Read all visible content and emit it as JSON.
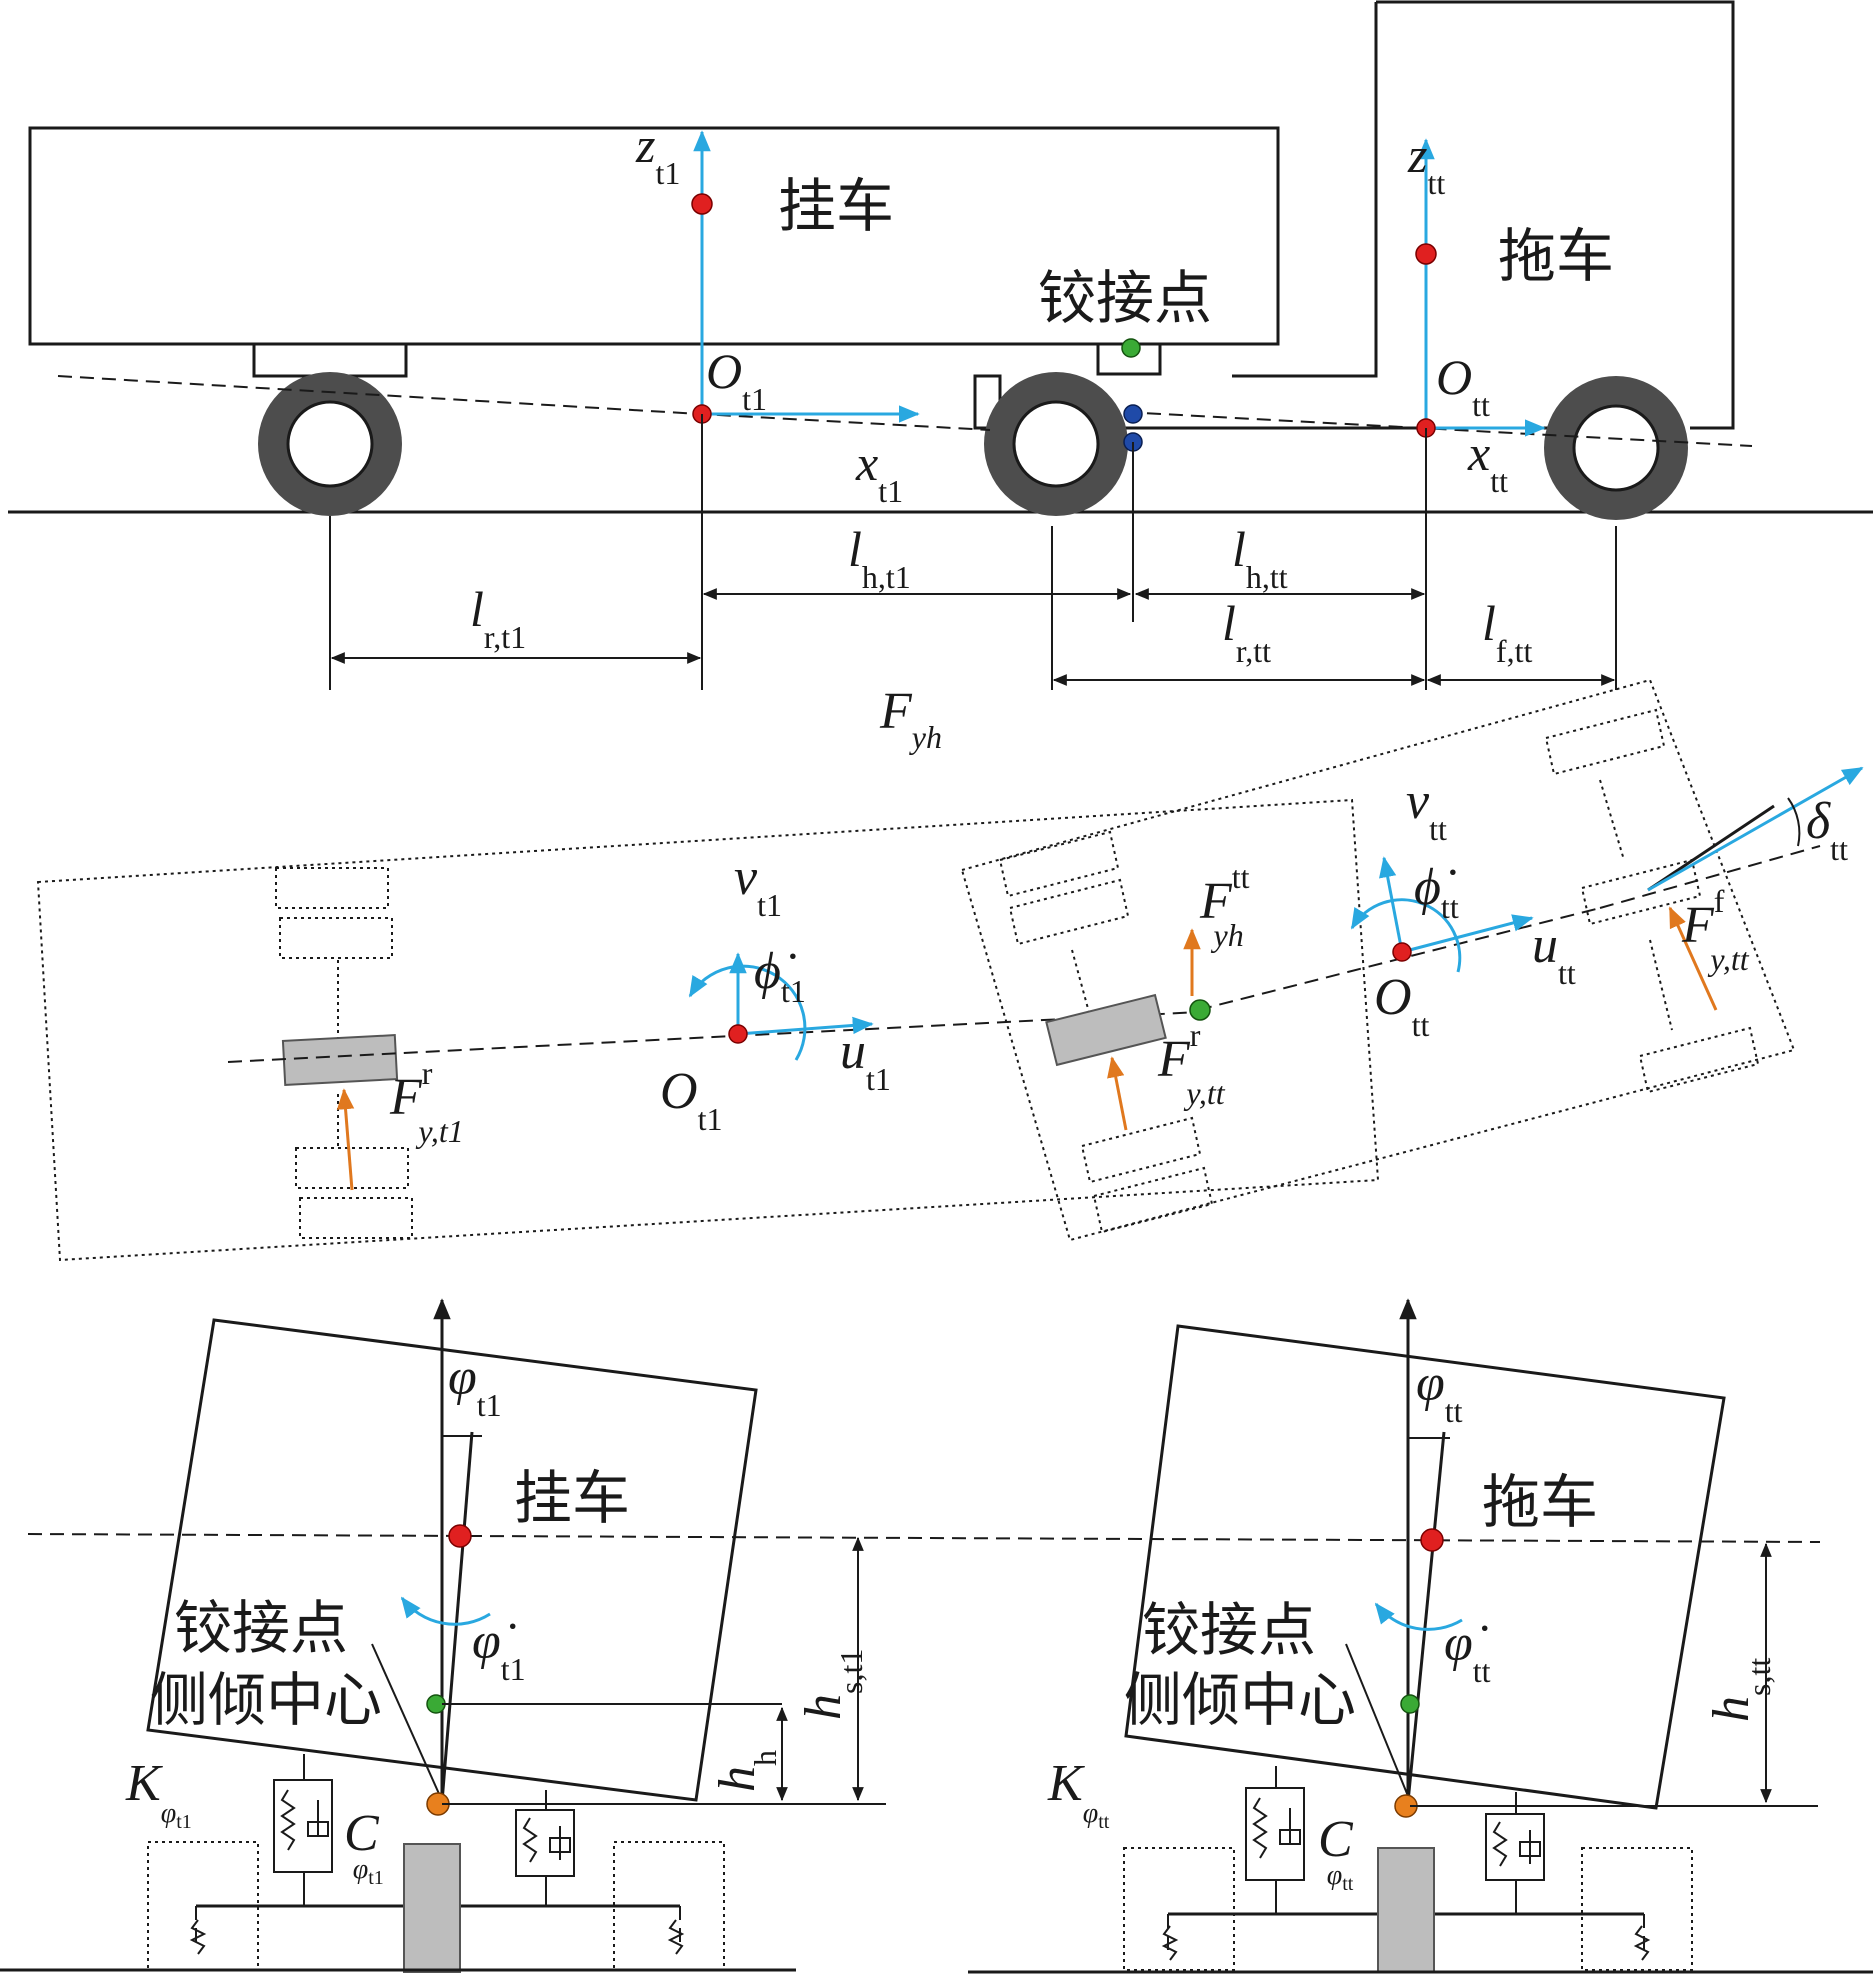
{
  "colors": {
    "axis_blue": "#29a8e0",
    "force_orange": "#e0781e",
    "cg_red": "#e02020",
    "hitch_green": "#3aaa35",
    "joint_blue": "#1f4aa8",
    "roll_center_orange": "#e8801e",
    "axle_gray": "#bdbdbd"
  },
  "side_view": {
    "trailer_label": "挂车",
    "tractor_label": "拖车",
    "hitch_label": "铰接点",
    "z_t1": {
      "base": "z",
      "sub": "t1"
    },
    "O_t1": {
      "base": "O",
      "sub": "t1"
    },
    "x_t1": {
      "base": "x",
      "sub": "t1"
    },
    "z_tt": {
      "base": "z",
      "sub": "tt"
    },
    "O_tt": {
      "base": "O",
      "sub": "tt"
    },
    "x_tt": {
      "base": "x",
      "sub": "tt"
    },
    "l_h_t1": {
      "base": "l",
      "sub": "h,t1"
    },
    "l_h_tt": {
      "base": "l",
      "sub": "h,tt"
    },
    "l_r_t1": {
      "base": "l",
      "sub": "r,t1"
    },
    "l_r_tt": {
      "base": "l",
      "sub": "r,tt"
    },
    "l_f_tt": {
      "base": "l",
      "sub": "f,tt"
    }
  },
  "top_view": {
    "F_yh": {
      "base": "F",
      "sub": "yh"
    },
    "v_t1": {
      "base": "v",
      "sub": "t1"
    },
    "phidot_t1": {
      "base": "ϕ̇",
      "sub": "t1"
    },
    "O_t1": {
      "base": "O",
      "sub": "t1"
    },
    "u_t1": {
      "base": "u",
      "sub": "t1"
    },
    "F_y_t1_r": {
      "base": "F",
      "sup": "r",
      "sub": "y,t1"
    },
    "F_yh_tt": {
      "base": "F",
      "sup": "tt",
      "sub": "yh"
    },
    "F_y_tt_r": {
      "base": "F",
      "sup": "r",
      "sub": "y,tt"
    },
    "v_tt": {
      "base": "v",
      "sub": "tt"
    },
    "phidot_tt": {
      "base": "ϕ̇",
      "sub": "tt"
    },
    "O_tt": {
      "base": "O",
      "sub": "tt"
    },
    "u_tt": {
      "base": "u",
      "sub": "tt"
    },
    "F_y_tt_f": {
      "base": "F",
      "sup": "f",
      "sub": "y,tt"
    },
    "delta_tt": {
      "base": "δ",
      "sub": "tt"
    }
  },
  "rear_view_trailer": {
    "body_label": "挂车",
    "hitch_label": "铰接点",
    "roll_center_label": "侧倾中心",
    "phi": {
      "base": "φ",
      "sub": "t1"
    },
    "phidot": {
      "base": "φ̇",
      "sub": "t1"
    },
    "h_s": {
      "base": "h",
      "sub": "s,t1"
    },
    "h_h": {
      "base": "h",
      "sub": "h"
    },
    "K": {
      "base": "K",
      "sub": "φ",
      "subsub": "t1"
    },
    "C": {
      "base": "C",
      "sub": "φ",
      "subsub": "t1"
    }
  },
  "rear_view_tractor": {
    "body_label": "拖车",
    "hitch_label": "铰接点",
    "roll_center_label": "侧倾中心",
    "phi": {
      "base": "φ",
      "sub": "tt"
    },
    "phidot": {
      "base": "φ̇",
      "sub": "tt"
    },
    "h_s": {
      "base": "h",
      "sub": "s,tt"
    },
    "K": {
      "base": "K",
      "sub": "φ",
      "subsub": "tt"
    },
    "C": {
      "base": "C",
      "sub": "φ",
      "subsub": "tt"
    }
  }
}
